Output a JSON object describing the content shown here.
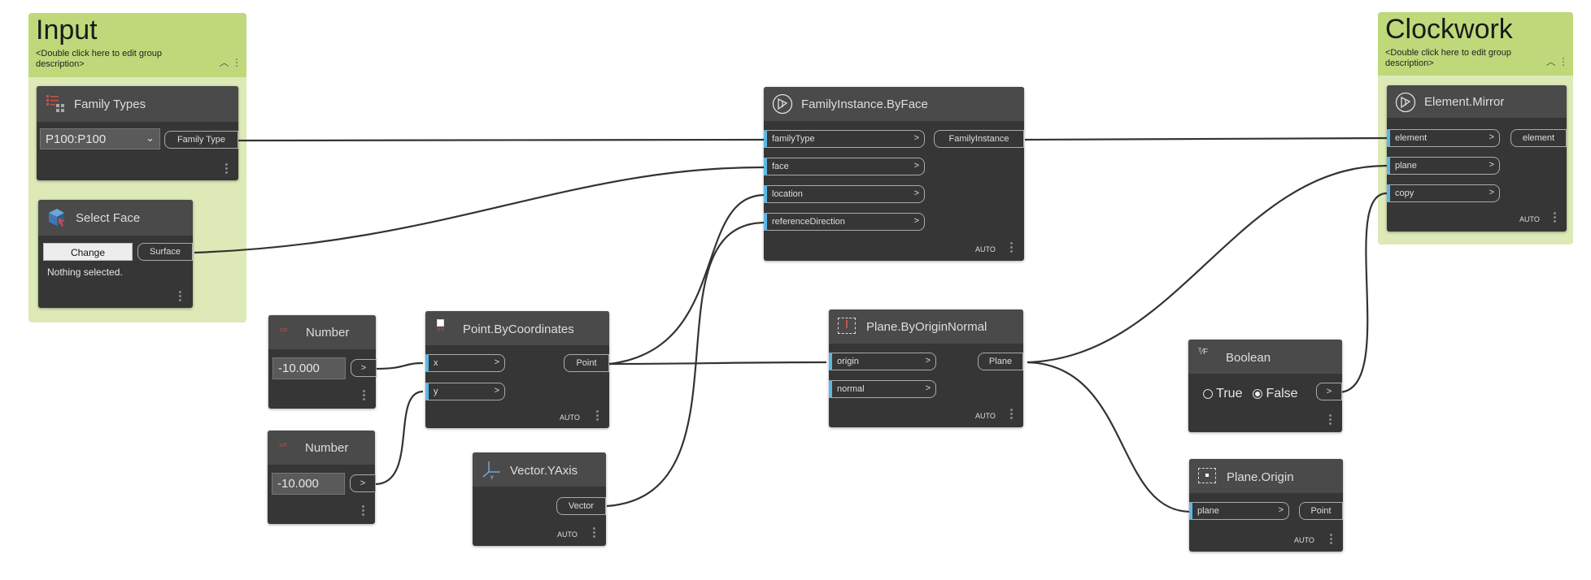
{
  "groups": {
    "input": {
      "title": "Input",
      "description": "<Double click here to edit group description>"
    },
    "clockwork": {
      "title": "Clockwork",
      "description": "<Double click here to edit group description>"
    }
  },
  "nodes": {
    "family_types": {
      "title": "Family Types",
      "selected": "P100:P100",
      "output": "Family Type"
    },
    "select_face": {
      "title": "Select Face",
      "button": "Change",
      "status": "Nothing selected.",
      "output": "Surface"
    },
    "number1": {
      "title": "Number",
      "value": "-10.000",
      "output": ">"
    },
    "number2": {
      "title": "Number",
      "value": "-10.000",
      "output": ">"
    },
    "point_by_coordinates": {
      "title": "Point.ByCoordinates",
      "inputs": [
        "x",
        "y"
      ],
      "output": "Point",
      "lacing": "AUTO"
    },
    "vector_yaxis": {
      "title": "Vector.YAxis",
      "output": "Vector",
      "lacing": "AUTO"
    },
    "family_instance_by_face": {
      "title": "FamilyInstance.ByFace",
      "inputs": [
        "familyType",
        "face",
        "location",
        "referenceDirection"
      ],
      "output": "FamilyInstance",
      "lacing": "AUTO"
    },
    "plane_by_origin_normal": {
      "title": "Plane.ByOriginNormal",
      "inputs": [
        "origin",
        "normal"
      ],
      "output": "Plane",
      "lacing": "AUTO"
    },
    "element_mirror": {
      "title": "Element.Mirror",
      "inputs": [
        "element",
        "plane",
        "copy"
      ],
      "output": "element",
      "lacing": "AUTO"
    },
    "boolean": {
      "title": "Boolean",
      "true_label": "True",
      "false_label": "False",
      "selected": "False",
      "output": ">"
    },
    "plane_origin": {
      "title": "Plane.Origin",
      "input": "plane",
      "output": "Point",
      "lacing": "AUTO"
    }
  },
  "colors": {
    "canvas": "#ffffff",
    "group_header": "#bfd97a",
    "group_body": "#dde9b7",
    "node_body": "#363636",
    "node_header": "#4a4a4a",
    "port_accent": "#5bb8e6",
    "wire": "#333333"
  }
}
